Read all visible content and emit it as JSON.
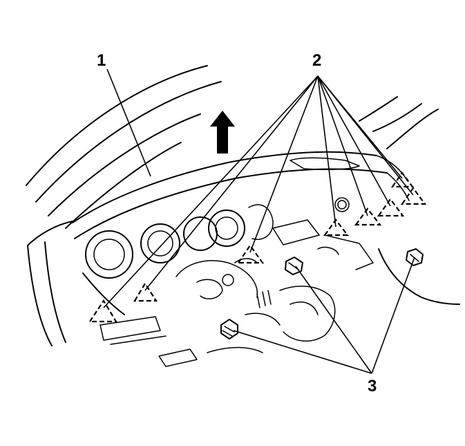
{
  "callouts": {
    "one": "1",
    "two": "2",
    "three": "3"
  },
  "colors": {
    "line": "#000000",
    "background": "#ffffff"
  },
  "icons": {
    "arrow": "up-arrow-icon",
    "clip": "retainer-clip-icon",
    "bolt": "screw-icon"
  }
}
